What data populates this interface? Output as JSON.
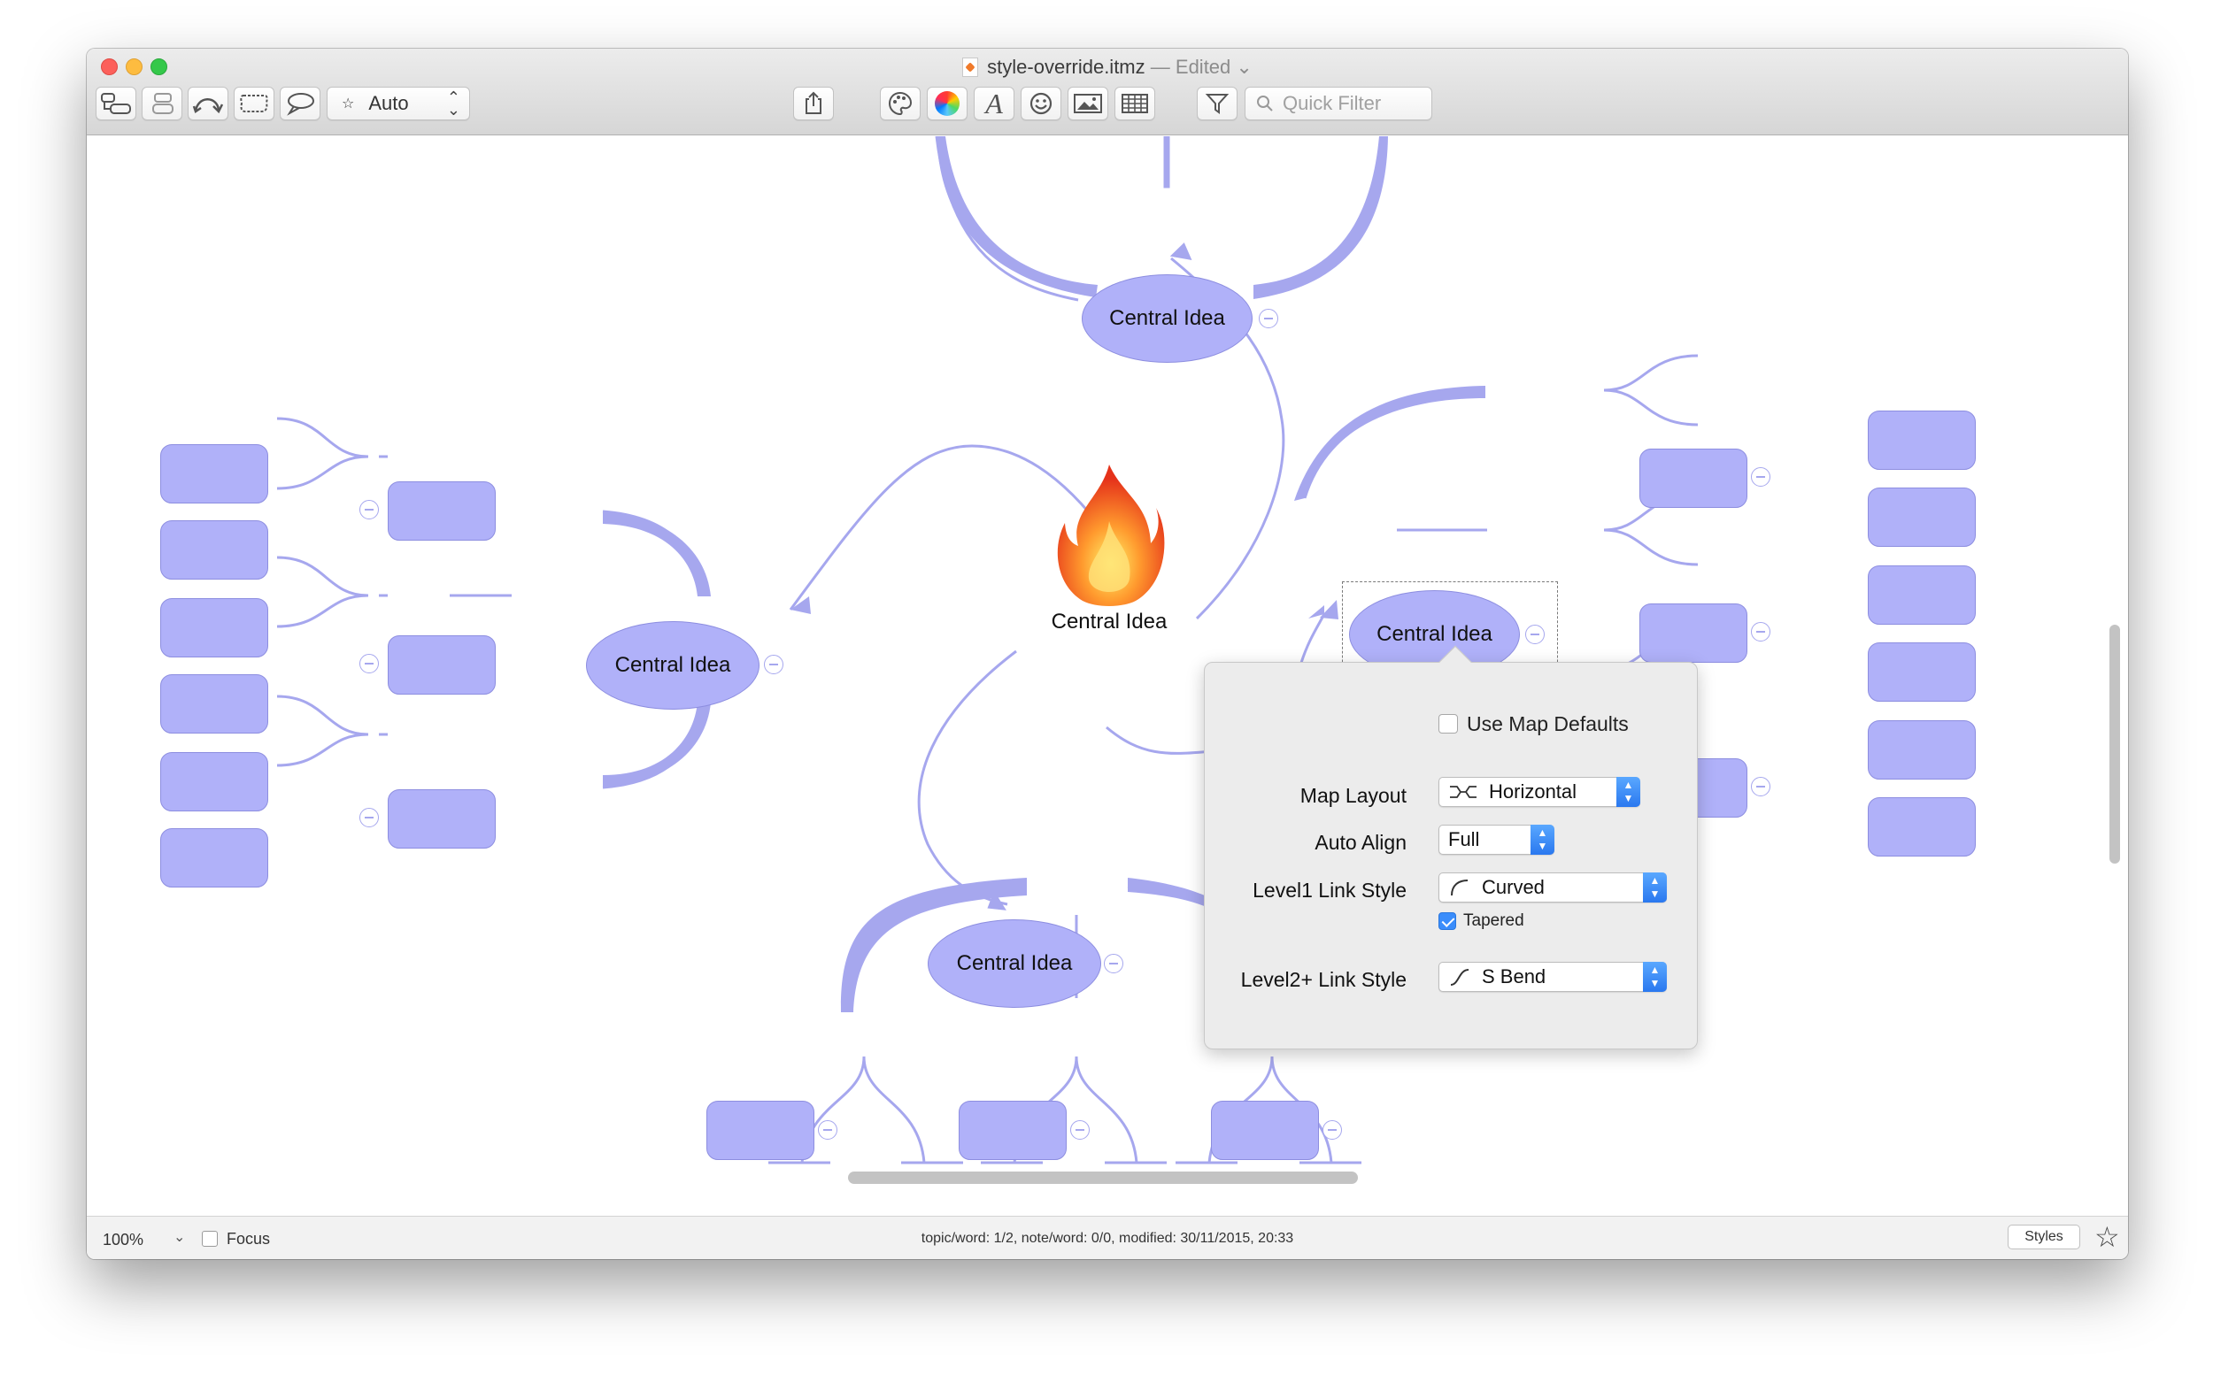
{
  "window": {
    "filename": "style-override.itmz",
    "separator": "—",
    "status": "Edited"
  },
  "toolbar": {
    "layout_select": {
      "icon": "star-icon",
      "value": "Auto"
    },
    "quick_filter_placeholder": "Quick Filter"
  },
  "map": {
    "central_topic": "Central Idea",
    "main_topics": [
      {
        "label": "Central Idea"
      },
      {
        "label": "Central Idea"
      },
      {
        "label": "Central Idea"
      },
      {
        "label": "Central Idea"
      }
    ],
    "colors": {
      "topic_fill": "#b0b1f9",
      "topic_border": "#8d8ee0",
      "link": "#a6a7ee"
    }
  },
  "popover": {
    "use_map_defaults": {
      "label": "Use Map Defaults",
      "checked": false
    },
    "map_layout": {
      "label": "Map Layout",
      "value": "Horizontal"
    },
    "auto_align": {
      "label": "Auto Align",
      "value": "Full"
    },
    "level1_link_style": {
      "label": "Level1 Link Style",
      "value": "Curved"
    },
    "tapered": {
      "label": "Tapered",
      "checked": true
    },
    "level2_link_style": {
      "label": "Level2+ Link Style",
      "value": "S Bend"
    }
  },
  "statusbar": {
    "zoom": "100%",
    "focus_label": "Focus",
    "status_text": "topic/word: 1/2, note/word: 0/0, modified: 30/11/2015, 20:33",
    "styles_button": "Styles"
  }
}
